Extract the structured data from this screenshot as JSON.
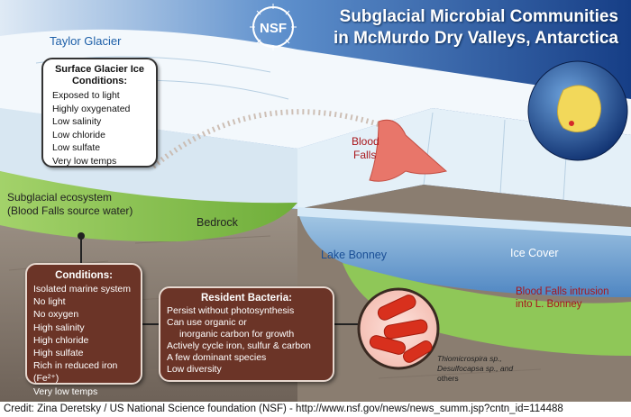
{
  "title": {
    "line1": "Subglacial Microbial Communities",
    "line2": "in McMurdo Dry Valleys, Antarctica"
  },
  "logo_text": "NSF",
  "labels": {
    "taylor_glacier": "Taylor Glacier",
    "blood_falls_1": "Blood",
    "blood_falls_2": "Falls",
    "subglacial_1": "Subglacial ecosystem",
    "subglacial_2": "(Blood Falls source water)",
    "bedrock": "Bedrock",
    "lake_bonney": "Lake Bonney",
    "ice_cover": "Ice Cover",
    "intrusion_1": "Blood Falls intrusion",
    "intrusion_2": "into L. Bonney",
    "species_1": "Thiomicrospira sp.,",
    "species_2": "Desulfocapsa sp., and",
    "species_3": "others"
  },
  "surface_box": {
    "heading_1": "Surface Glacier Ice",
    "heading_2": "Conditions:",
    "items": [
      "Exposed to light",
      "Highly oxygenated",
      "Low salinity",
      "Low chloride",
      "Low sulfate",
      "Very low temps"
    ]
  },
  "conditions_box": {
    "heading": "Conditions:",
    "items": [
      "Isolated marine system",
      "No light",
      "No oxygen",
      "High salinity",
      "High chloride",
      "High sulfate",
      "Rich in reduced iron (Fe²⁺)",
      "Very low temps"
    ]
  },
  "bacteria_box": {
    "heading": "Resident Bacteria:",
    "items": [
      "Persist without photosynthesis",
      "Can use organic or",
      "inorganic carbon for growth",
      "Actively cycle iron, sulfur & carbon",
      "A few dominant species",
      "Low diversity"
    ]
  },
  "credit": "Credit: Zina Deretsky / US National Science foundation (NSF) - http://www.nsf.gov/news/news_summ.jsp?cntn_id=114488",
  "colors": {
    "sky": "#1f5aa6",
    "ice": "#eef6fb",
    "ecosystem": "#86c14a",
    "bedrock": "#8b7c6e",
    "boxes": "#6b3427",
    "blood_falls": "#e8766a"
  }
}
